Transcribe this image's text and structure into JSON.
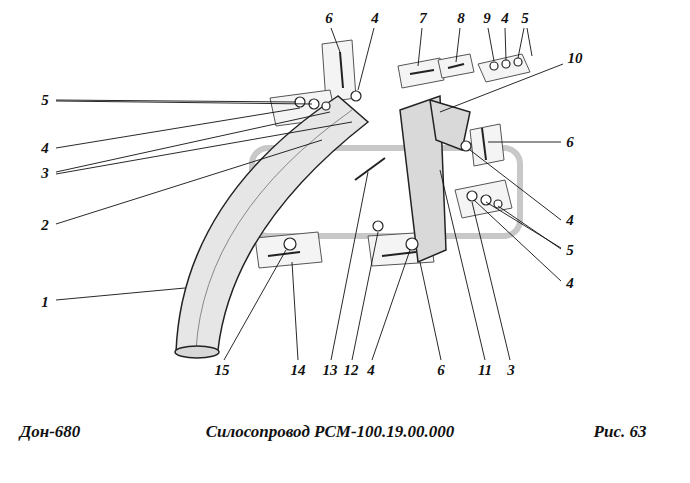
{
  "diagram": {
    "caption": "Силосопровод РСМ-100.19.00.000",
    "labels": [
      "6",
      "4",
      "7",
      "8",
      "9",
      "4",
      "5",
      "10",
      "5",
      "4",
      "3",
      "2",
      "6",
      "4",
      "5",
      "1",
      "4",
      "15",
      "14",
      "13",
      "12",
      "4",
      "6",
      "11",
      "3",
      "Дон-680",
      "Рис. 63"
    ]
  }
}
